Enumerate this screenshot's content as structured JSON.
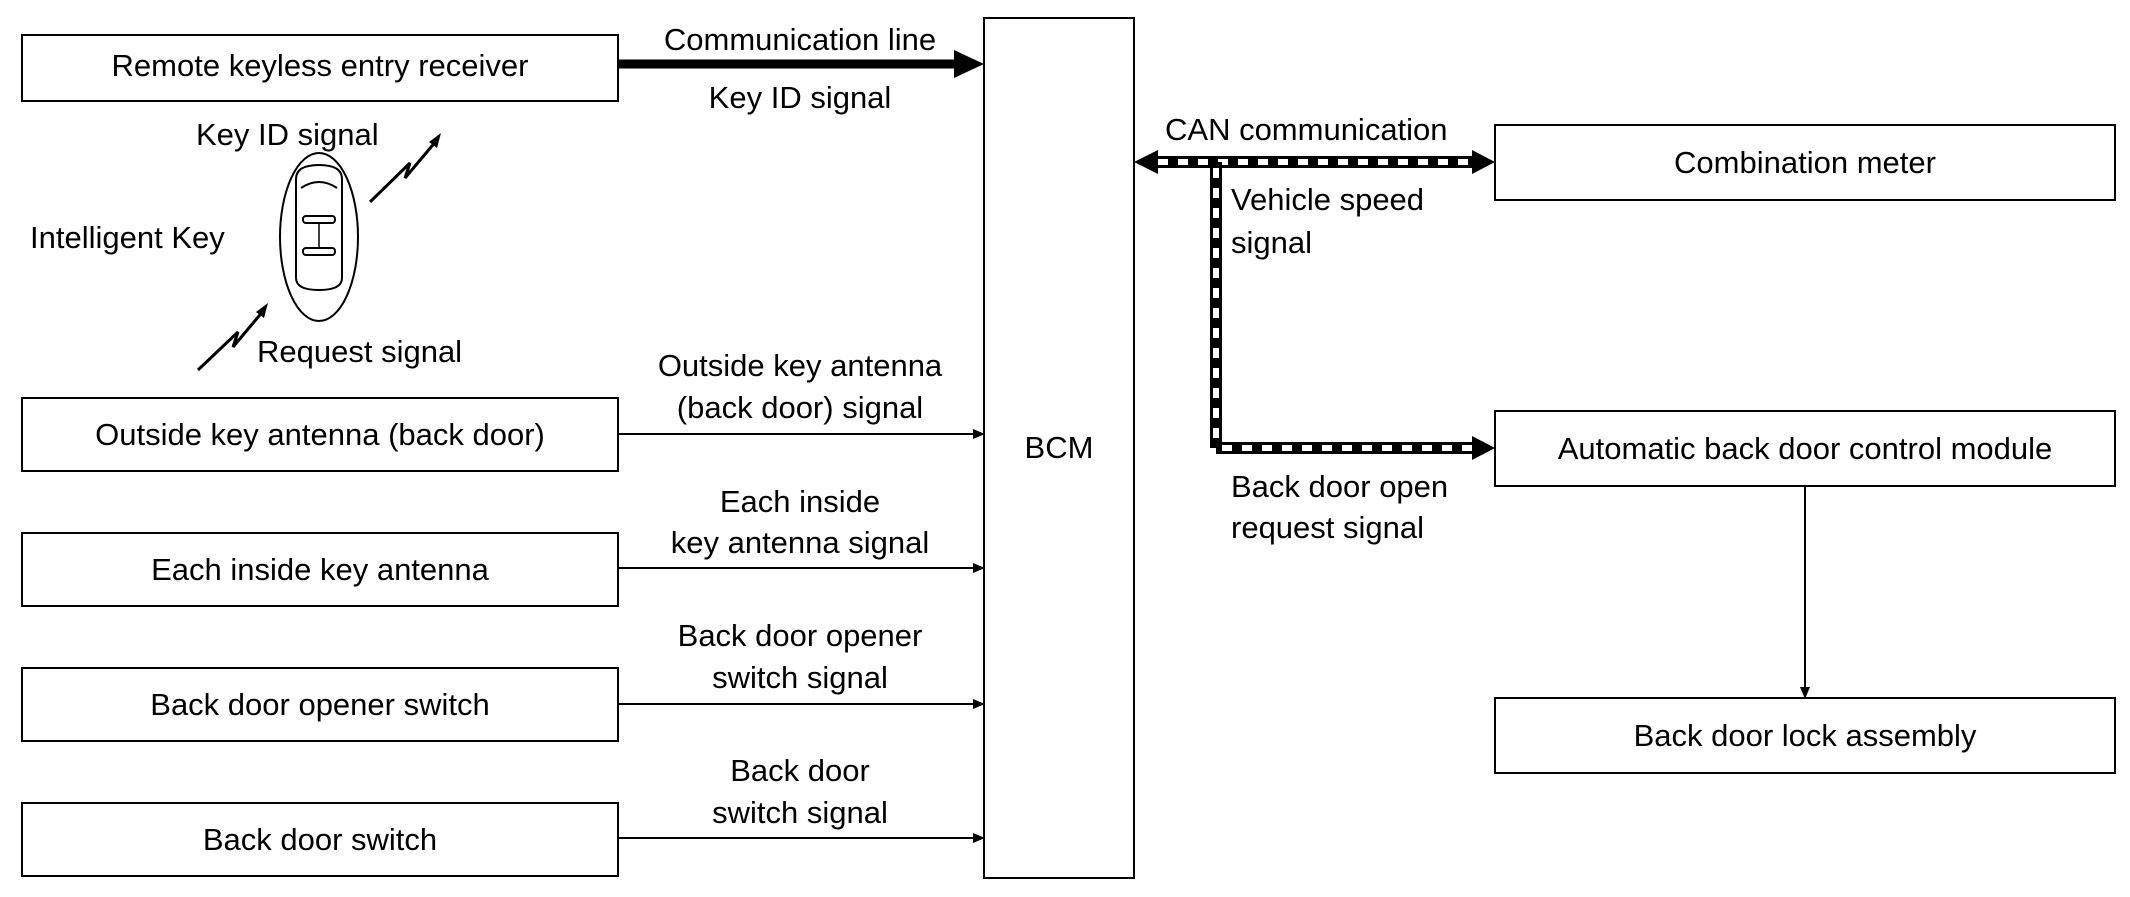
{
  "inputs": {
    "remote_keyless": "Remote keyless entry receiver",
    "outside_antenna": "Outside key antenna (back door)",
    "inside_antenna": "Each inside key antenna",
    "opener_switch": "Back door opener switch",
    "door_switch": "Back door switch"
  },
  "bcm": {
    "label": "BCM"
  },
  "outputs": {
    "combination_meter": "Combination meter",
    "auto_back_door_module": "Automatic back door control module",
    "door_lock_assembly": "Back door lock assembly"
  },
  "intelligent_key": {
    "label": "Intelligent Key",
    "key_id_signal": "Key ID signal",
    "request_signal": "Request signal"
  },
  "signals": {
    "communication_line": "Communication line",
    "key_id_signal": "Key ID signal",
    "outside_antenna_1": "Outside key antenna",
    "outside_antenna_2": "(back door) signal",
    "inside_antenna_1": "Each inside",
    "inside_antenna_2": "key antenna signal",
    "opener_switch_1": "Back door opener",
    "opener_switch_2": "switch signal",
    "door_switch_1": "Back door",
    "door_switch_2": "switch signal",
    "can_communication": "CAN communication",
    "vehicle_speed_1": "Vehicle speed",
    "vehicle_speed_2": "signal",
    "back_door_open_1": "Back door open",
    "back_door_open_2": "request signal"
  }
}
